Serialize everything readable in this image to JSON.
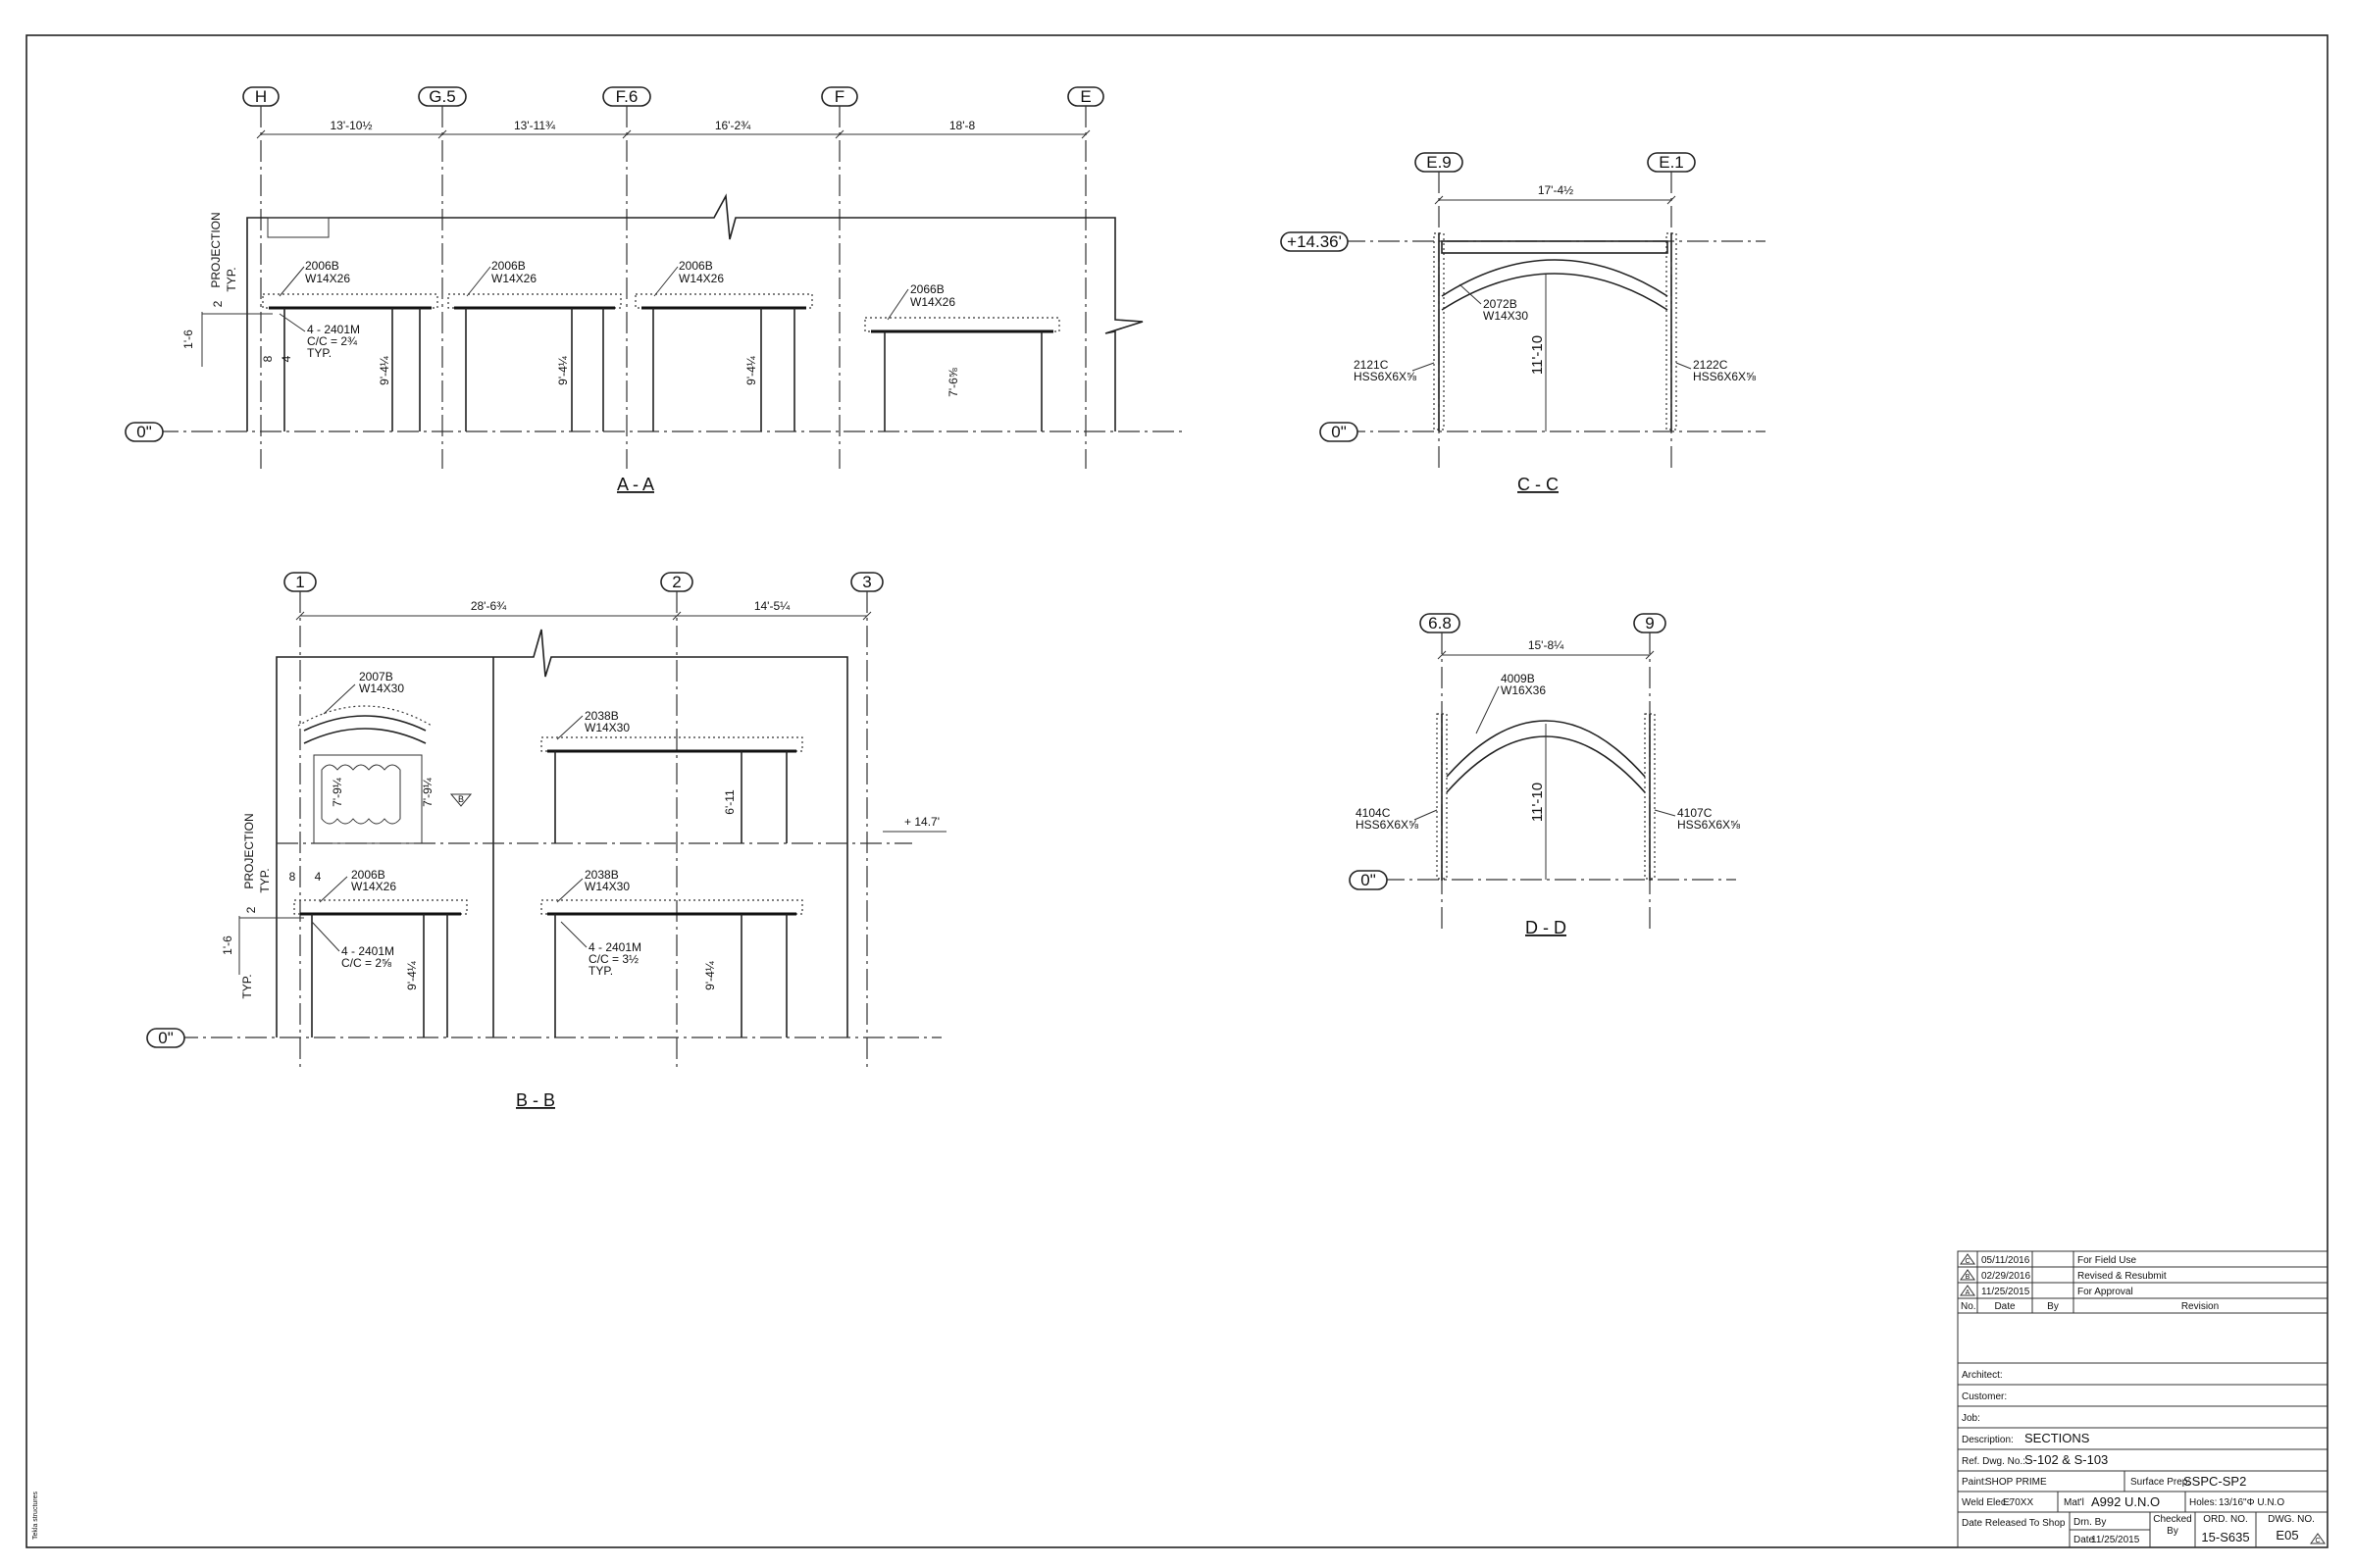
{
  "elevations": {
    "zero": "0\"",
    "top_cc": "+14.36'",
    "bb_mid": "+ 14.7'"
  },
  "section_aa": {
    "title": "A - A",
    "grids": [
      "H",
      "G.5",
      "F.6",
      "F",
      "E"
    ],
    "dims": [
      "13'-10½",
      "13'-11¾",
      "16'-2¾",
      "18'-8"
    ],
    "projection_label": "PROJECTION",
    "typ": "TYP.",
    "dim_2": "2",
    "dim_16": "1'-6",
    "dim_8": "8",
    "dim_4": "4",
    "beams": [
      {
        "mark": "2006B",
        "size": "W14X26"
      },
      {
        "mark": "2006B",
        "size": "W14X26"
      },
      {
        "mark": "2006B",
        "size": "W14X26"
      },
      {
        "mark": "2066B",
        "size": "W14X26"
      }
    ],
    "bolt_note": [
      "4 - 2401M",
      "C/C = 2¾",
      "TYP."
    ],
    "heights": [
      "9'-4¼",
      "9'-4¼",
      "9'-4¼",
      "7'-6⅝"
    ]
  },
  "section_cc": {
    "title": "C - C",
    "grids": [
      "E.9",
      "E.1"
    ],
    "dim": "17'-4½",
    "beam": {
      "mark": "2072B",
      "size": "W14X30"
    },
    "left_col": {
      "mark": "2121C",
      "size": "HSS6X6X⅝"
    },
    "right_col": {
      "mark": "2122C",
      "size": "HSS6X6X⅝"
    },
    "height": "11'-10"
  },
  "section_dd": {
    "title": "D - D",
    "grids": [
      "6.8",
      "9"
    ],
    "dim": "15'-8¼",
    "beam": {
      "mark": "4009B",
      "size": "W16X36"
    },
    "left_col": {
      "mark": "4104C",
      "size": "HSS6X6X⅝"
    },
    "right_col": {
      "mark": "4107C",
      "size": "HSS6X6X⅝"
    },
    "height": "11'-10"
  },
  "section_bb": {
    "title": "B - B",
    "grids": [
      "1",
      "2",
      "3"
    ],
    "dims": [
      "28'-6¾",
      "14'-5¼"
    ],
    "projection_label": "PROJECTION",
    "typ": "TYP.",
    "dim_8": "8",
    "dim_4": "4",
    "dim_2": "2",
    "dim_16": "1'-6",
    "arch_beam": {
      "mark": "2007B",
      "size": "W14X30"
    },
    "upper_beam": {
      "mark": "2038B",
      "size": "W14X30"
    },
    "lower_left": {
      "mark": "2006B",
      "size": "W14X26"
    },
    "lower_right": {
      "mark": "2038B",
      "size": "W14X30"
    },
    "bolt_left": [
      "4 - 2401M",
      "C/C = 2⅝"
    ],
    "bolt_right": [
      "4 - 2401M",
      "C/C = 3½",
      "TYP."
    ],
    "h_arch_l": "7'-9¼",
    "h_arch_r": "7'-9¼",
    "h_upper": "6'-11",
    "h_lower_l": "9'-4¼",
    "h_lower_r": "9'-4¼",
    "rev_tag": "B"
  },
  "title_block": {
    "revisions": [
      {
        "mark": "C",
        "date": "05/11/2016",
        "by": "",
        "desc": "For Field Use"
      },
      {
        "mark": "B",
        "date": "02/29/2016",
        "by": "",
        "desc": "Revised & Resubmit"
      },
      {
        "mark": "A",
        "date": "11/25/2015",
        "by": "",
        "desc": "For Approval"
      }
    ],
    "head_no": "No.",
    "head_date": "Date",
    "head_by": "By",
    "head_rev": "Revision",
    "architect_label": "Architect:",
    "customer_label": "Customer:",
    "job_label": "Job:",
    "description_label": "Description:",
    "description": "SECTIONS",
    "ref_label": "Ref. Dwg. No.:",
    "ref": "S-102 & S-103",
    "paint_label": "Paint:",
    "paint": "SHOP PRIME",
    "surface_label": "Surface Prep:",
    "surface": "SSPC-SP2",
    "weld_label": "Weld Elec.:",
    "weld": "E70XX",
    "matl_label": "Mat'l",
    "matl": "A992 U.N.O",
    "holes_label": "Holes:",
    "holes": "13/16\"Φ U.N.O",
    "released_label": "Date Released To Shop",
    "drn_label": "Drn. By",
    "date_label": "Date",
    "date": "11/25/2015",
    "checked_label": "Checked",
    "checked_by": "By",
    "ord_label": "ORD. NO.",
    "ord": "15-S635",
    "dwg_label": "DWG. NO.",
    "dwg": "E05",
    "dwg_rev": "C"
  },
  "side_note": "Tekla structures"
}
